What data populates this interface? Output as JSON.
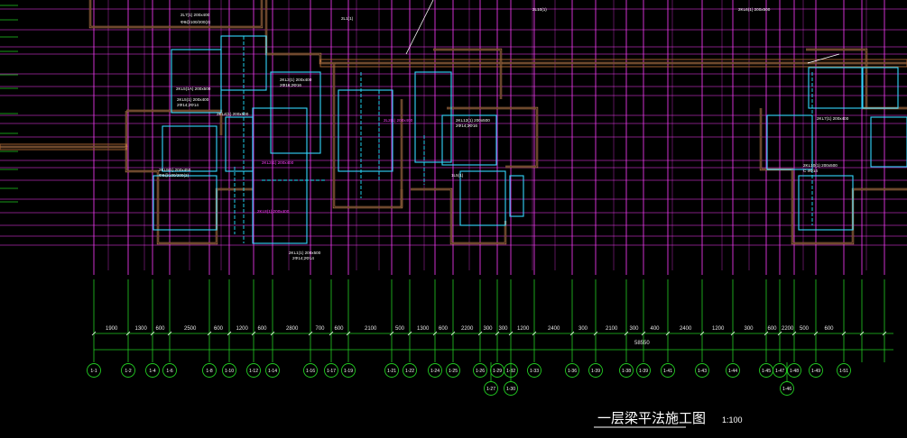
{
  "drawing": {
    "title": "一层梁平法施工图",
    "scale": "1:100",
    "total_dimension": "58550",
    "dimensions": [
      "1900",
      "1300",
      "600",
      "2500",
      "600",
      "1200",
      "600",
      "2800",
      "700",
      "600",
      "2100",
      "500",
      "1300",
      "600",
      "2200",
      "300",
      "300",
      "1200",
      "2400",
      "300",
      "2100",
      "300",
      "400",
      "2400",
      "1200",
      "300",
      "600",
      "2200",
      "500",
      "600"
    ],
    "axes": [
      "1-1",
      "1-2",
      "1-4",
      "1-6",
      "1-8",
      "1-10",
      "1-12",
      "1-14",
      "1-16",
      "1-17",
      "1-19",
      "1-21",
      "1-22",
      "1-24",
      "1-25",
      "1-26",
      "1-29",
      "1-32",
      "1-33",
      "1-36",
      "1-39",
      "1-38",
      "1-39",
      "1-41",
      "1-43",
      "1-44",
      "1-45",
      "1-47",
      "1-48",
      "1-49",
      "1-51"
    ],
    "lower_axes": [
      "1-27",
      "1-30",
      "1-46"
    ],
    "beam_labels": [
      "2L7(1) 200x400",
      "2KL5(1A) 200x500",
      "2KL5(1) 200x400",
      "2KL3(1) 200x400",
      "2KL4(1) 200x500",
      "2KL9(1) 200x450",
      "2KL2(1) 200x400",
      "2KL1(1) 200x500",
      "2L2(1) 200x400",
      "2KL12(1) 200x500",
      "1L5(1)",
      "2L1(1)",
      "2L10(1)",
      "2KL6(1) 200x500",
      "2KL7(1) 200x400",
      "2KL10(1) 200x500",
      "2KL8(1) 200x400"
    ],
    "beam_notes": [
      "Φ8@100/200(2)",
      "2Φ14;2Φ14",
      "2Φ16;2Φ16",
      "2Φ14;3Φ16",
      "C 4Φ14"
    ]
  },
  "colors": {
    "background": "#000000",
    "grid_magenta": "#ff3cff",
    "dim_green": "#22cc22",
    "beam_cyan": "#33d6ff",
    "wall_orange": "#d08a55",
    "wall_hatch": "#a06030",
    "text_white": "#ffffff",
    "dash_cyan": "#22e0ff"
  }
}
